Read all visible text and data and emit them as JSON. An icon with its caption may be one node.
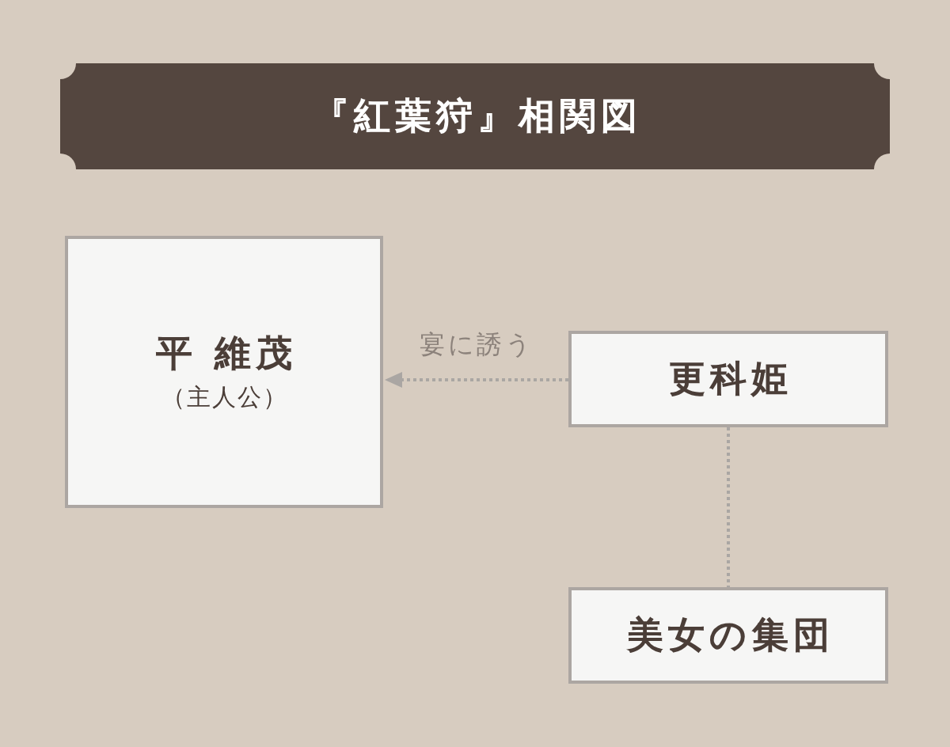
{
  "diagram": {
    "title": "『紅葉狩』相関図",
    "nodes": [
      {
        "text": [
          "平 維茂",
          "（主人公）"
        ]
      },
      {
        "text": [
          "更科姫"
        ]
      },
      {
        "text": [
          "美女の集団"
        ]
      }
    ],
    "edges": [
      {
        "from": 1,
        "to": 0,
        "arrow": "to",
        "label": "宴に誘う",
        "style": "dashed"
      },
      {
        "from": 1,
        "to": 2,
        "arrow": "none",
        "style": "dashed"
      }
    ]
  }
}
